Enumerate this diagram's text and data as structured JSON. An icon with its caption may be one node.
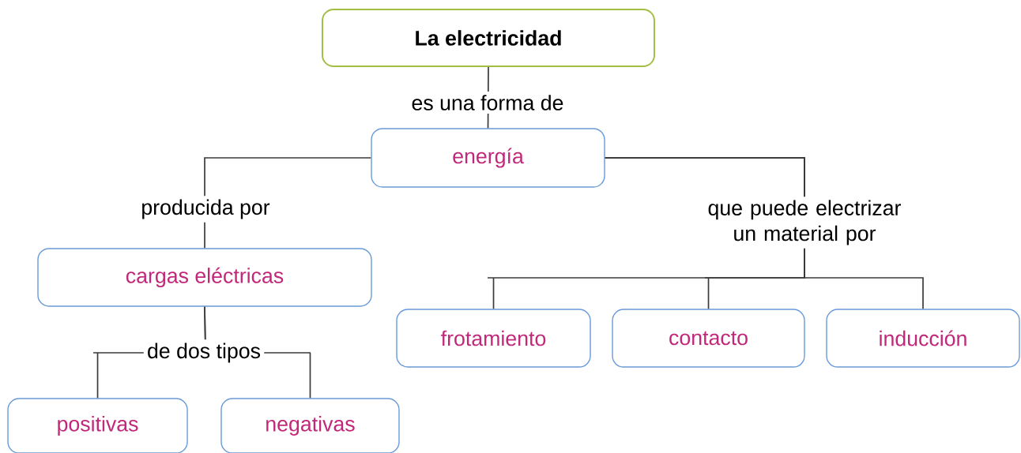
{
  "diagram": {
    "nodes": [
      {
        "text": [
          "La electricidad"
        ]
      },
      {
        "text": [
          "energía"
        ]
      },
      {
        "text": [
          "cargas eléctricas"
        ]
      },
      {
        "text": [
          "positivas"
        ]
      },
      {
        "text": [
          "negativas"
        ]
      },
      {
        "text": [
          "frotamiento"
        ]
      },
      {
        "text": [
          "contacto"
        ]
      },
      {
        "text": [
          "inducción"
        ]
      }
    ],
    "edges": [
      {
        "from": 0,
        "to": 1,
        "arrow": "none",
        "label": "es una forma de"
      },
      {
        "from": 1,
        "to": 2,
        "arrow": "none",
        "label": "producida por"
      },
      {
        "from": 2,
        "to": 3,
        "arrow": "none",
        "label": "de dos tipos"
      },
      {
        "from": 2,
        "to": 4,
        "arrow": "none"
      },
      {
        "from": 1,
        "to": 5,
        "arrow": "none",
        "label": "que puede electrizar un material por"
      },
      {
        "from": 1,
        "to": 6,
        "arrow": "none"
      },
      {
        "from": 1,
        "to": 7,
        "arrow": "none"
      }
    ]
  }
}
